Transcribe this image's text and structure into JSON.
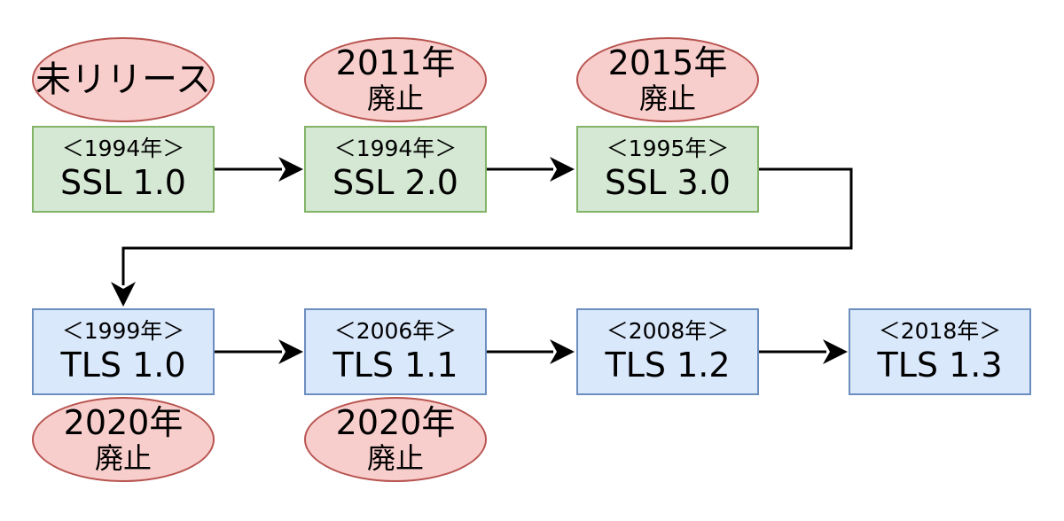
{
  "nodes": {
    "ssl10": {
      "year": "＜1994年＞",
      "name": "SSL 1.0"
    },
    "ssl20": {
      "year": "＜1994年＞",
      "name": "SSL 2.0"
    },
    "ssl30": {
      "year": "＜1995年＞",
      "name": "SSL 3.0"
    },
    "tls10": {
      "year": "＜1999年＞",
      "name": "TLS 1.0"
    },
    "tls11": {
      "year": "＜2006年＞",
      "name": "TLS 1.1"
    },
    "tls12": {
      "year": "＜2008年＞",
      "name": "TLS 1.2"
    },
    "tls13": {
      "year": "＜2018年＞",
      "name": "TLS 1.3"
    }
  },
  "notes": {
    "ssl10": {
      "line1": "未リリース"
    },
    "ssl20": {
      "line1": "2011年",
      "line2": "廃止"
    },
    "ssl30": {
      "line1": "2015年",
      "line2": "廃止"
    },
    "tls10": {
      "line1": "2020年",
      "line2": "廃止"
    },
    "tls11": {
      "line1": "2020年",
      "line2": "廃止"
    }
  },
  "colors": {
    "ssl_fill": "#d5e8d4",
    "ssl_stroke": "#82b366",
    "tls_fill": "#dae8fc",
    "tls_stroke": "#6c8ebf",
    "note_fill": "#f8cecc",
    "note_stroke": "#b85450",
    "arrow": "#000000"
  }
}
